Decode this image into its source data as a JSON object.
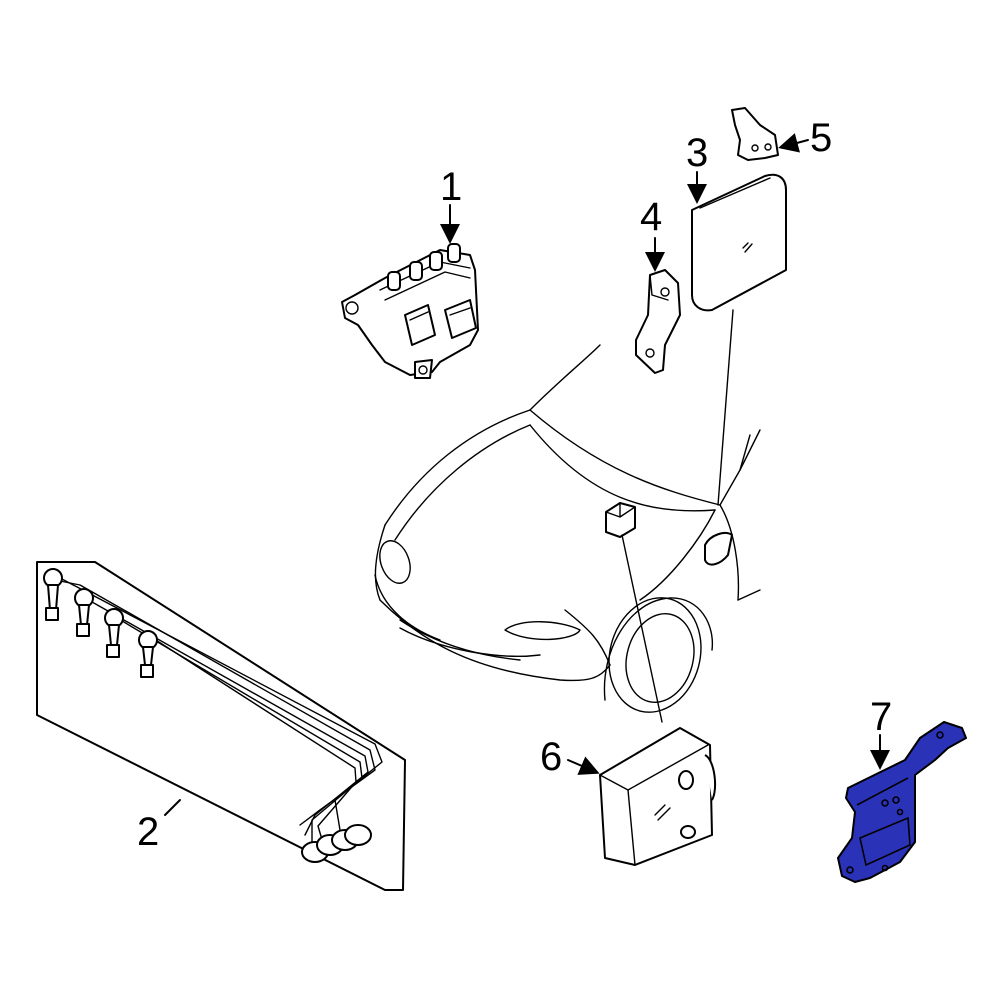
{
  "callouts": [
    {
      "id": "callout-1",
      "label": "1"
    },
    {
      "id": "callout-2",
      "label": "2"
    },
    {
      "id": "callout-3",
      "label": "3"
    },
    {
      "id": "callout-4",
      "label": "4"
    },
    {
      "id": "callout-5",
      "label": "5"
    },
    {
      "id": "callout-6",
      "label": "6"
    },
    {
      "id": "callout-7",
      "label": "7"
    }
  ],
  "colors": {
    "line": "#000000",
    "background": "#ffffff",
    "highlight": "#2a33b8"
  },
  "highlighted_part": "7"
}
